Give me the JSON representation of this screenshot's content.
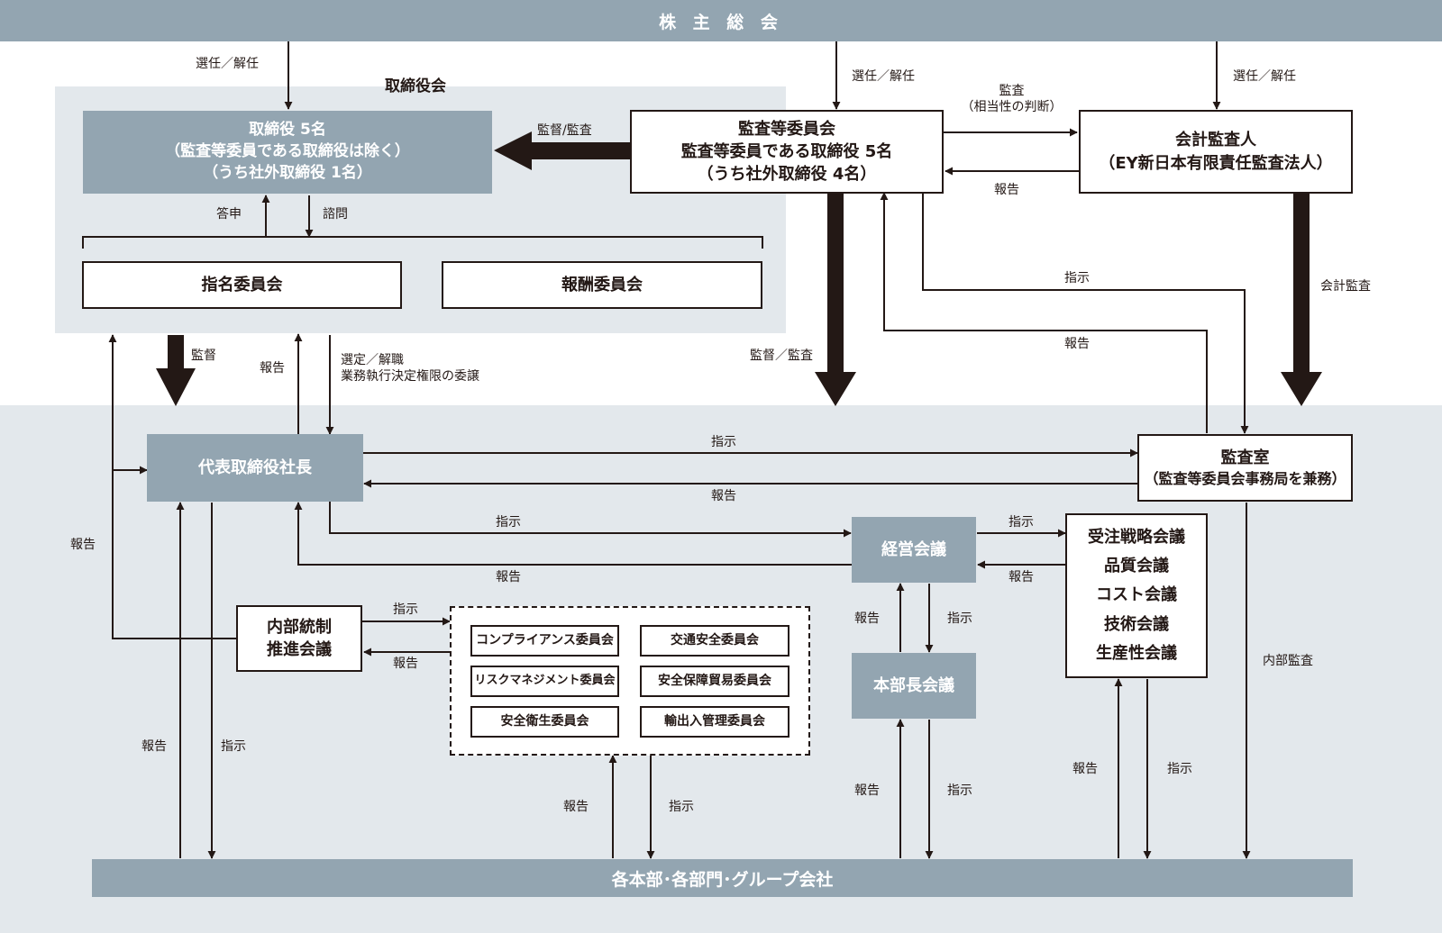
{
  "top_bar": "株 主 総 会",
  "bottom_bar": "各本部･各部門･グループ会社",
  "board_region_title": "取締役会",
  "directors": [
    "取締役 5名",
    "（監査等委員である取締役は除く）",
    "（うち社外取締役 1名）"
  ],
  "audit_committee": [
    "監査等委員会",
    "監査等委員である取締役 5名",
    "（うち社外取締役 4名）"
  ],
  "accounting_auditor": [
    "会計監査人",
    "（EY新日本有限責任監査法人）"
  ],
  "nomination_committee": "指名委員会",
  "remuneration_committee": "報酬委員会",
  "president": "代表取締役社長",
  "audit_office": [
    "監査室",
    "（監査等委員会事務局を兼務）"
  ],
  "management_meeting": "経営会議",
  "division_heads_meeting": "本部長会議",
  "strategy_meetings": [
    "受注戦略会議",
    "品質会議",
    "コスト会議",
    "技術会議",
    "生産性会議"
  ],
  "internal_control": [
    "内部統制",
    "推進会議"
  ],
  "committees": [
    "コンプライアンス委員会",
    "交通安全委員会",
    "リスクマネジメント委員会",
    "安全保障貿易委員会",
    "安全衛生委員会",
    "輸出入管理委員会"
  ],
  "labels": {
    "elect_dismiss": "選任／解任",
    "audit": "監査",
    "audit_sub": "（相当性の判断）",
    "report": "報告",
    "supervise_audit_slash": "監督/監査",
    "supervise_audit_full": "監督／監査",
    "answer": "答申",
    "consult": "諮問",
    "supervise": "監督",
    "appoint_dismiss": "選定／解職",
    "delegate": "業務執行決定権限の委譲",
    "instruct": "指示",
    "accounting_audit": "会計監査",
    "internal_audit": "内部監査"
  }
}
